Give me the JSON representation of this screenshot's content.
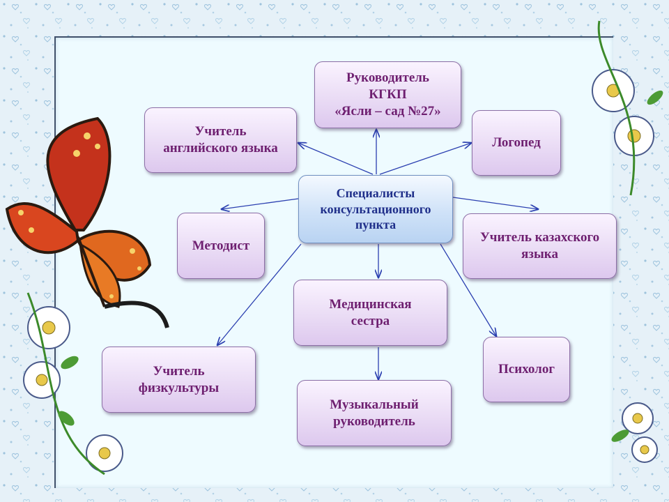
{
  "diagram": {
    "center": "Специалисты\nконсультационного\nпункта",
    "nodes": {
      "director": "Руководитель\nКГКП\n«Ясли – сад №27»",
      "english": "Учитель\nанглийского языка",
      "speech": "Логопед",
      "methodist": "Методист",
      "kazakh": "Учитель казахского\nязыка",
      "nurse": "Медицинская\nсестра",
      "pe": "Учитель\nфизкультуры",
      "psychologist": "Психолог",
      "music": "Музыкальный\nруководитель"
    }
  },
  "colors": {
    "node_text": "#6e1f70",
    "center_text": "#1f2f8a",
    "arrow": "#2b3fb0"
  }
}
